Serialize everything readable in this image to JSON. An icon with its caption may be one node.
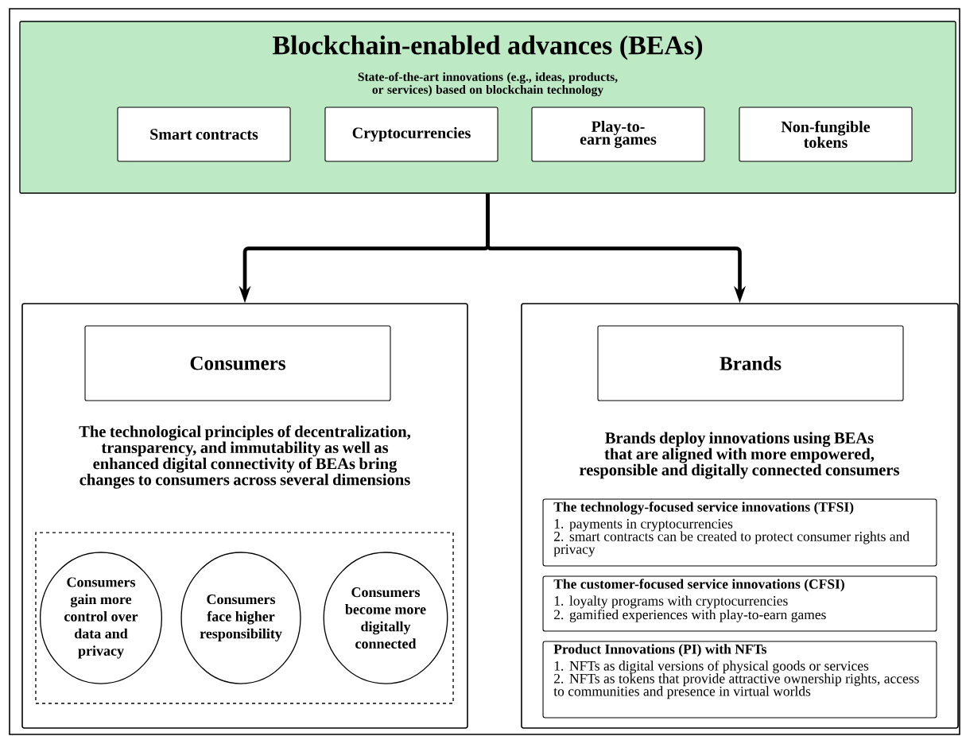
{
  "diagram": {
    "nodes": [
      {
        "text": [
          "Blockchain-enabled advances (BEAs)",
          "State-of-the-art innovations (e.g., ideas, products, or services) based on blockchain technology"
        ]
      },
      {
        "text": [
          "Smart contracts"
        ],
        "in": 0
      },
      {
        "text": [
          "Cryptocurrencies"
        ],
        "in": 0
      },
      {
        "text": [
          "Play-to-earn games"
        ],
        "in": 0
      },
      {
        "text": [
          "Non-fungible tokens"
        ],
        "in": 0
      },
      {
        "text": [
          "The technological principles of decentralization, transparency, and immutability as well as enhanced digital connectivity of BEAs bring changes to consumers across several dimensions"
        ]
      },
      {
        "text": [
          "Consumers"
        ],
        "in": 5
      },
      {
        "text": [],
        "shape": "box",
        "in": 5
      },
      {
        "text": [
          "Consumers gain more control over data and privacy"
        ],
        "in": 7
      },
      {
        "text": [
          "Consumers face higher responsibility"
        ],
        "in": 7
      },
      {
        "text": [
          "Consumers become more digitally connected"
        ],
        "in": 7
      },
      {
        "text": [
          "Brands deploy innovations using BEAs that are aligned with more empowered, responsible and digitally connected consumers"
        ]
      },
      {
        "text": [
          "Brands"
        ],
        "in": 11
      },
      {
        "text": [
          "The technology-focused service innovations (TFSI)",
          "1. payments in cryptocurrencies",
          "2. smart contracts can be created to protect consumer rights and privacy"
        ],
        "in": 11
      },
      {
        "text": [
          "The customer-focused service innovations (CFSI)",
          "1. loyalty programs with cryptocurrencies",
          "2. gamified experiences with play-to-earn games"
        ],
        "in": 11
      },
      {
        "text": [
          "Product Innovations (PI) with NFTs",
          "1. NFTs as digital versions of physical goods or services",
          "2. NFTs as tokens that provide attractive ownership rights, access to communities and presence in virtual worlds"
        ],
        "in": 11
      }
    ],
    "edges": [
      {
        "from": 0,
        "to": 5,
        "arrow": "to"
      },
      {
        "from": 0,
        "to": 11,
        "arrow": "to"
      }
    ]
  }
}
